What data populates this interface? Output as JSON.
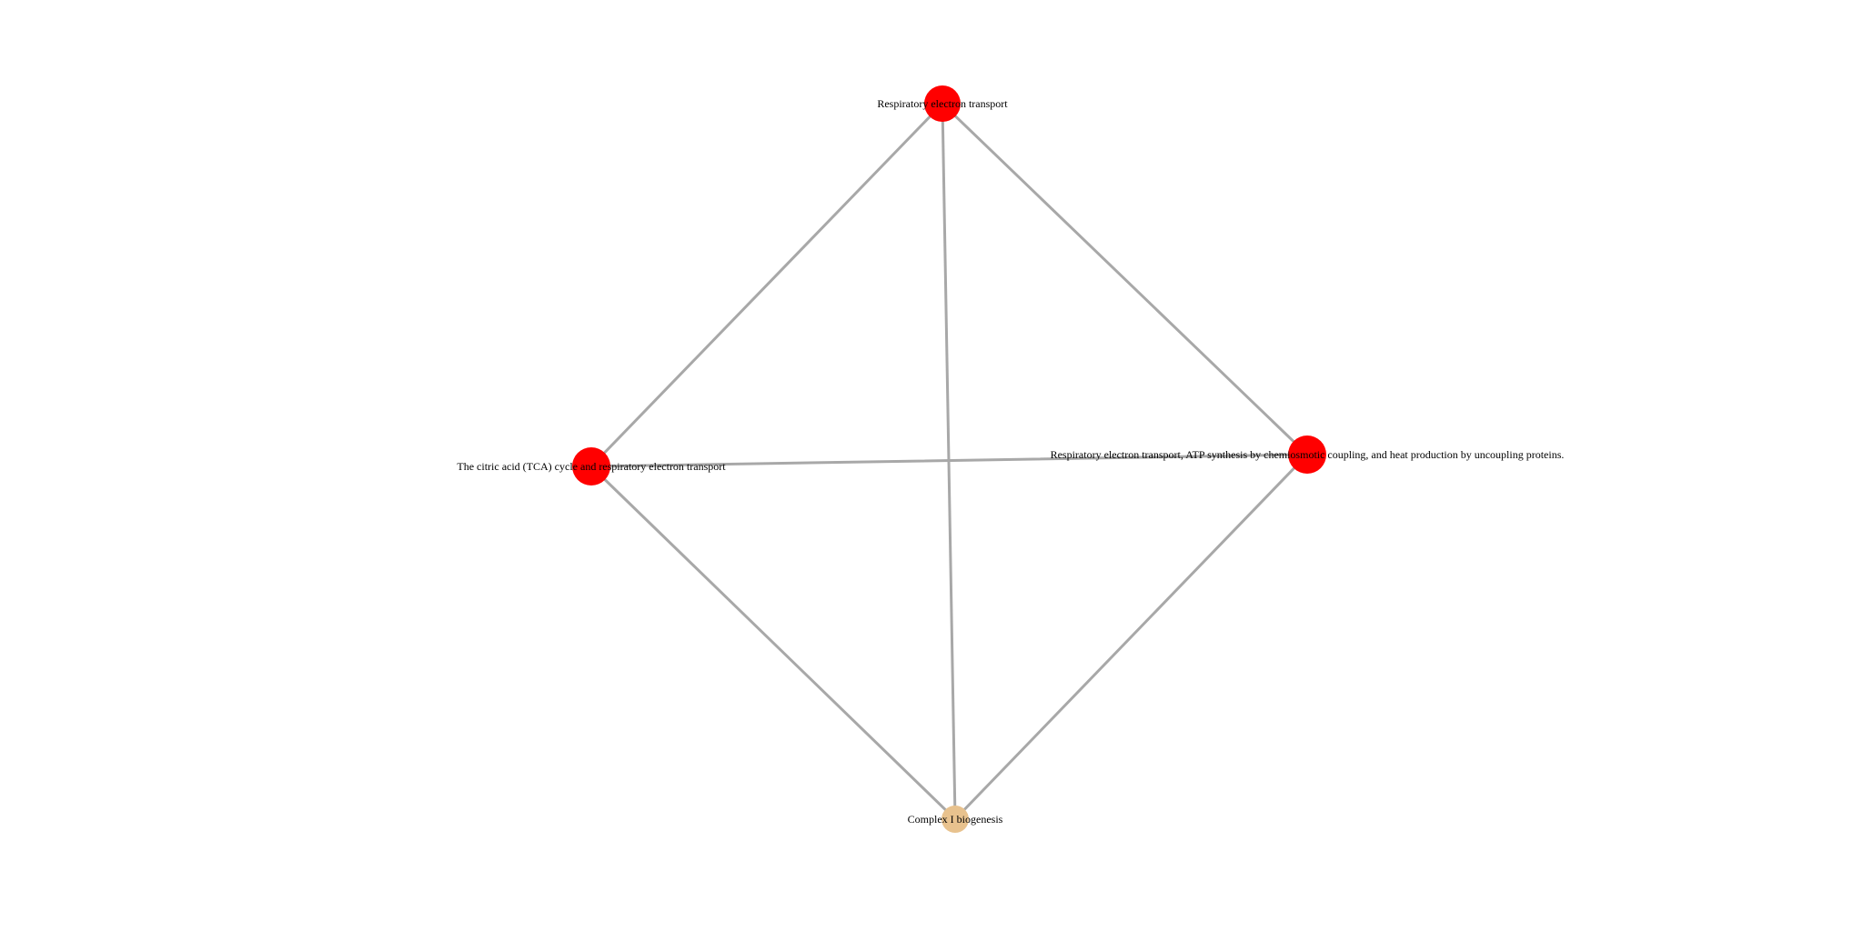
{
  "colors": {
    "background": "#ffffff",
    "edge": "#a8a8a8",
    "node_primary": "#ff0000",
    "node_secondary": "#e8c28e",
    "label": "#000000"
  },
  "nodes": [
    {
      "id": "respiratory-electron-transport",
      "label": "Respiratory electron transport",
      "color": "#ff0000"
    },
    {
      "id": "tca-cycle",
      "label": "The citric acid (TCA) cycle and respiratory electron transport",
      "color": "#ff0000"
    },
    {
      "id": "atp-synthesis",
      "label": "Respiratory electron transport, ATP synthesis by chemiosmotic coupling, and heat production by uncoupling proteins.",
      "color": "#ff0000"
    },
    {
      "id": "complex-i-biogenesis",
      "label": "Complex I biogenesis",
      "color": "#e8c28e"
    }
  ],
  "edges": [
    {
      "source": "respiratory-electron-transport",
      "target": "tca-cycle"
    },
    {
      "source": "respiratory-electron-transport",
      "target": "atp-synthesis"
    },
    {
      "source": "respiratory-electron-transport",
      "target": "complex-i-biogenesis"
    },
    {
      "source": "tca-cycle",
      "target": "atp-synthesis"
    },
    {
      "source": "tca-cycle",
      "target": "complex-i-biogenesis"
    },
    {
      "source": "atp-synthesis",
      "target": "complex-i-biogenesis"
    }
  ]
}
